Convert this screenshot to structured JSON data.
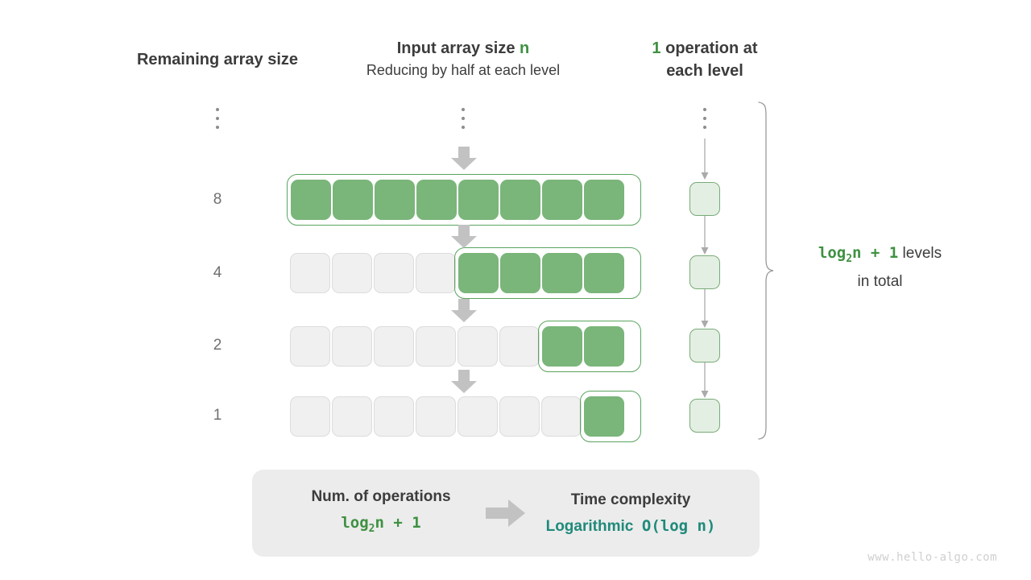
{
  "headers": {
    "left": {
      "title": "Remaining array size"
    },
    "middle": {
      "title_prefix": "Input array size ",
      "title_symbol": "n",
      "subtitle": "Reducing by half at each level"
    },
    "right": {
      "count": "1",
      "line1_rest": " operation at",
      "line2": "each level"
    }
  },
  "rows": [
    {
      "label": "8",
      "total": 8,
      "active": 8,
      "empty": 0
    },
    {
      "label": "4",
      "total": 8,
      "active": 4,
      "empty": 4
    },
    {
      "label": "2",
      "total": 8,
      "active": 2,
      "empty": 6
    },
    {
      "label": "1",
      "total": 8,
      "active": 1,
      "empty": 7
    }
  ],
  "ellipsis": {
    "dot_count": 3
  },
  "annotation": {
    "formula": "log",
    "formula_sub": "2",
    "formula_rest": "n + 1",
    "line1_tail": "  levels",
    "line2": "in total"
  },
  "summary": {
    "left_title": "Num. of operations",
    "left_value_prefix": "log",
    "left_value_sub": "2",
    "left_value_rest": "n + 1",
    "arrow_icon": "right-arrow-icon",
    "right_title": "Time complexity",
    "right_value_word": "Logarithmic",
    "right_value_code": "O(log n)"
  },
  "watermark": "www.hello-algo.com",
  "colors": {
    "green_fill": "#7ab57a",
    "green_border": "#5aa45e",
    "green_text": "#3f9142",
    "light_green_fill": "#e4efe3",
    "empty_fill": "#f0f0f0",
    "empty_border": "#dcdcdc",
    "arrow_gray": "#c2c2c2",
    "text_dark": "#3c3c3c",
    "teal": "#1f8a7a"
  }
}
